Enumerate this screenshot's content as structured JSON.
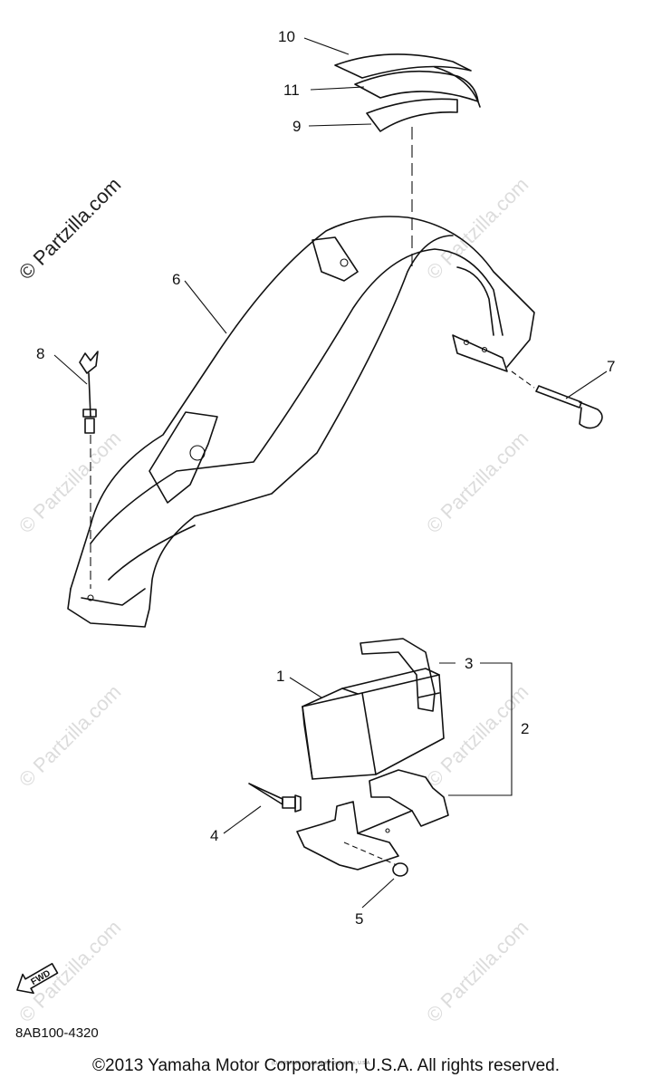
{
  "watermark": "© Partzilla.com",
  "fwd_arrow_label": "FWD",
  "diagram_code": "8AB100-4320",
  "copyright": "©2013 Yamaha Motor Corporation, U.S.A. All rights reserved.",
  "small_print": "(c) 2005-2016 Yamaha Motor Corporation, U.S.A.",
  "callouts": [
    "1",
    "2",
    "3",
    "4",
    "5",
    "6",
    "7",
    "8",
    "9",
    "10",
    "11"
  ]
}
